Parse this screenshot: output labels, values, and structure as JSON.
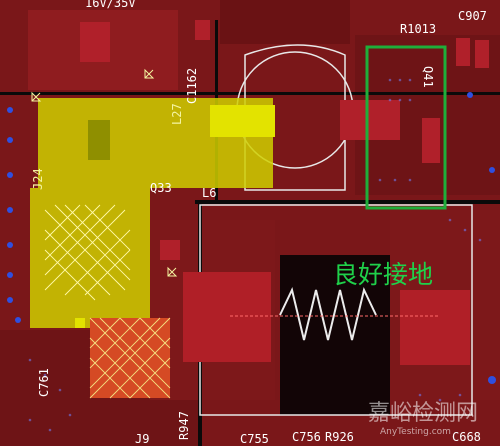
{
  "view": {
    "type": "pcb-layout-zoom",
    "colors": {
      "background": "#0a0a0a",
      "copper_pour": "#8b1a1c",
      "copper_dark": "#6e1416",
      "pad": "#b0202a",
      "highlight": "#d4d400",
      "silkscreen": "#ffffff",
      "annotation_box": "#1fae3a",
      "via": "#2340c8"
    }
  },
  "designators": {
    "c1162": "C1162",
    "l27": "L27",
    "q33": "Q33",
    "l6": "L6",
    "j24": "J24",
    "q41": "Q41",
    "r1013": "R1013",
    "c907": "C907",
    "c761": "C761",
    "r947": "R947",
    "j9": "J9",
    "c755": "C755",
    "c756": "C756",
    "r926": "R926",
    "c668": "C668",
    "top_partial": "16V/35V"
  },
  "annotation": {
    "label": "良好接地"
  },
  "watermark": {
    "text": "嘉峪检测网",
    "subtext": "AnyTesting.com"
  }
}
